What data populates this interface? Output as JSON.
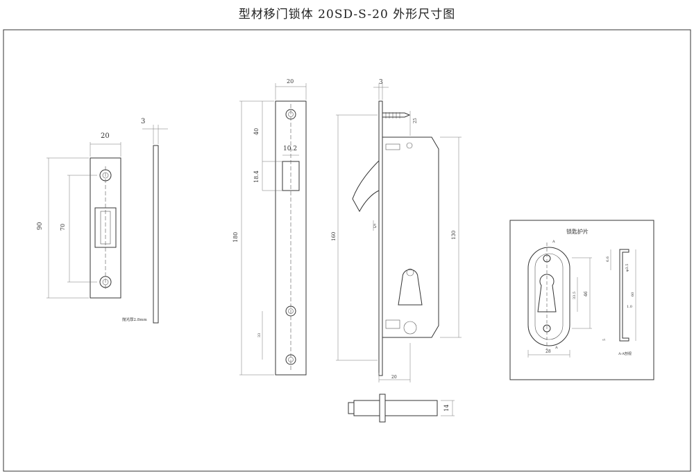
{
  "title": "型材移门锁体 20SD-S-20    外形尺寸图",
  "strike_plate": {
    "width": "20",
    "thickness": "3",
    "height": "90",
    "hole_spacing": "70",
    "note": "抛光厚2.8mm"
  },
  "lock_front": {
    "width": "20",
    "top_offset": "40",
    "bolt_width": "10.2",
    "bolt_height": "18.4",
    "length": "180",
    "lower_dim": "33"
  },
  "lock_side": {
    "faceplate_thickness": "3",
    "screw_dim": "25",
    "length": "160",
    "case_height": "130",
    "hook_dim": "5",
    "depth": "20"
  },
  "cylinder": {
    "diameter": "14"
  },
  "escutcheon": {
    "label": "锁匙护片",
    "width": "28",
    "height": "46",
    "inner_height": "33.5",
    "side_height": "60",
    "top_offset": "6.6",
    "diameter": "φ3.5",
    "thickness": "1.0",
    "bottom": "5",
    "section_label": "A-A剖视",
    "section_mark": "A"
  }
}
